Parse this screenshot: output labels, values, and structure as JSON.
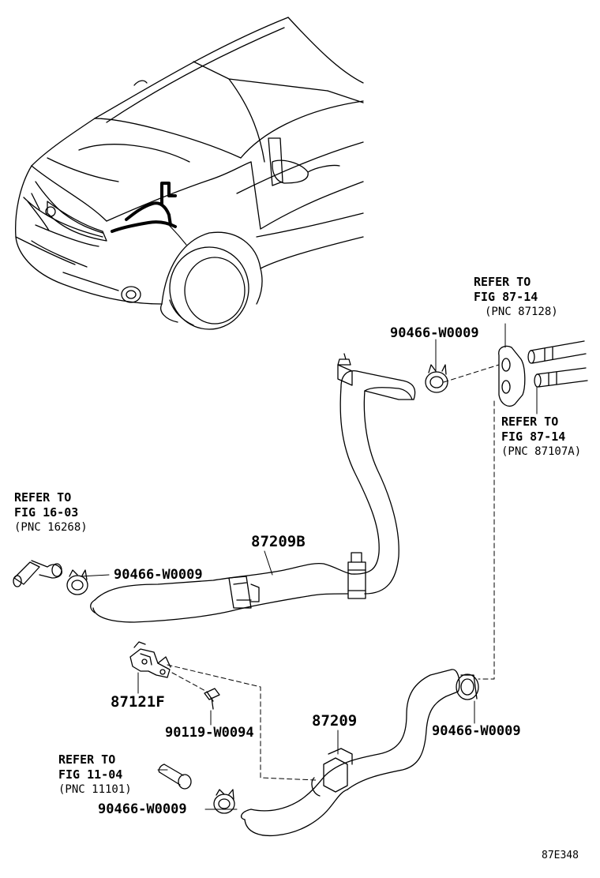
{
  "callouts": {
    "hose_upper": "87209B",
    "hose_lower": "87209",
    "bracket": "87121F",
    "bolt": "90119-W0094",
    "clamp_top": "90466-W0009",
    "clamp_left": "90466-W0009",
    "clamp_right": "90466-W0009",
    "clamp_bottom": "90466-W0009"
  },
  "references": {
    "top_right": {
      "line1": "REFER TO",
      "line2": "FIG 87-14",
      "line3": "(PNC 87128)"
    },
    "mid_right": {
      "line1": "REFER TO",
      "line2": "FIG 87-14",
      "line3": "(PNC 87107A)"
    },
    "left": {
      "line1": "REFER TO",
      "line2": "FIG 16-03",
      "line3": "(PNC 16268)"
    },
    "bottom": {
      "line1": "REFER TO",
      "line2": "FIG 11-04",
      "line3": "(PNC 11101)"
    }
  },
  "figure_code": "87E348",
  "colors": {
    "ink": "#000000",
    "paper": "#ffffff"
  }
}
